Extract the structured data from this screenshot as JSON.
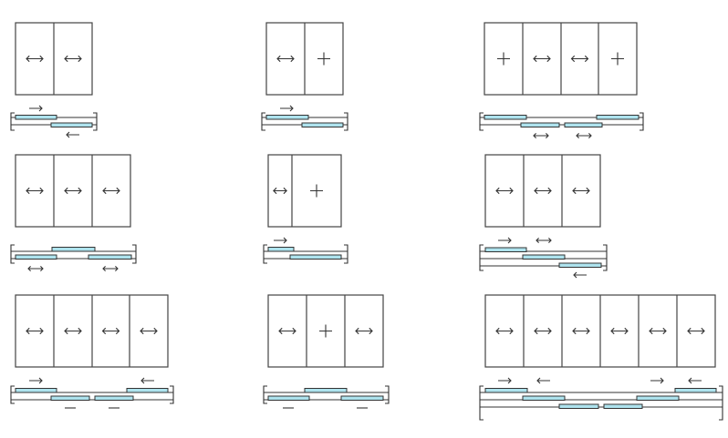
{
  "diagram": {
    "description_free": true,
    "colors": {
      "line": "#444444",
      "glass": "#aee3ee",
      "background": "#ffffff"
    },
    "configurations": [
      {
        "panels": [
          "slide",
          "slide"
        ],
        "tracks": 2
      },
      {
        "panels": [
          "slide",
          "fixed"
        ],
        "tracks": 2
      },
      {
        "panels": [
          "fixed",
          "slide",
          "slide",
          "fixed"
        ],
        "tracks": 2
      },
      {
        "panels": [
          "slide",
          "slide",
          "slide"
        ],
        "tracks": 2
      },
      {
        "panels": [
          "slide",
          "fixed"
        ],
        "tracks": 2
      },
      {
        "panels": [
          "slide",
          "slide",
          "slide"
        ],
        "tracks": 3
      },
      {
        "panels": [
          "slide",
          "slide",
          "slide",
          "slide"
        ],
        "tracks": 2
      },
      {
        "panels": [
          "slide",
          "fixed",
          "slide"
        ],
        "tracks": 2
      },
      {
        "panels": [
          "slide",
          "slide",
          "slide",
          "slide",
          "slide",
          "slide"
        ],
        "tracks": 3
      }
    ]
  }
}
